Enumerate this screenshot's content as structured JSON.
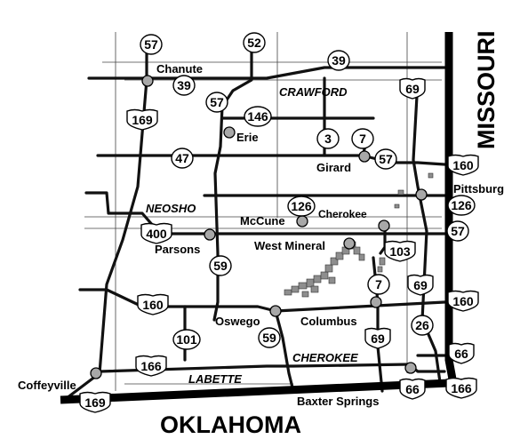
{
  "states": {
    "south": "OKLAHOMA",
    "east": "MISSOURI"
  },
  "counties": [
    "CRAWFORD",
    "NEOSHO",
    "CHEROKEE",
    "LABETTE"
  ],
  "cities": [
    "Chanute",
    "Erie",
    "Girard",
    "Pittsburg",
    "McCune",
    "Cherokee",
    "West Mineral",
    "Parsons",
    "Oswego",
    "Columbus",
    "Coffeyville",
    "Baxter Springs"
  ],
  "highways": [
    "57",
    "52",
    "39",
    "39",
    "57",
    "146",
    "69",
    "3",
    "7",
    "57",
    "160",
    "47",
    "169",
    "126",
    "126",
    "400",
    "57",
    "103",
    "59",
    "7",
    "69",
    "160",
    "160",
    "26",
    "59",
    "69",
    "101",
    "66",
    "166",
    "66",
    "166",
    "169"
  ],
  "colors": {
    "roads": "#111111",
    "towns": "#a8a8a8",
    "mined_land": "#8e8e8e",
    "background": "#ffffff"
  }
}
